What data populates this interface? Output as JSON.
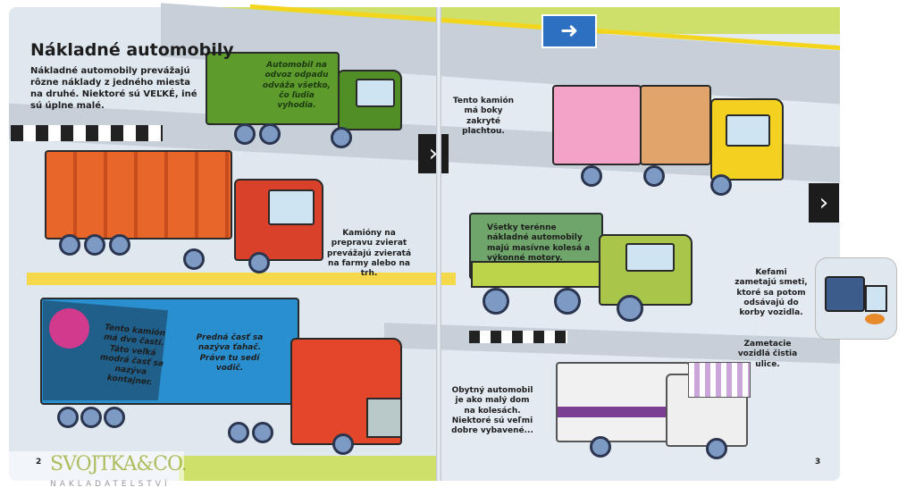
{
  "left_page": {
    "title": "Nákladné automobily",
    "intro": "Nákladné automobily prevážajú rôzne náklady z jedného miesta na druhé. Niektoré sú VEĽKÉ, iné sú úplne malé.",
    "garbage_truck_text": "Automobil na odvoz odpadu odváža všetko, čo ľudia vyhodia.",
    "animal_truck_text": "Kamióny na prepravu zvierat prevážajú zvieratá na farmy alebo na trh.",
    "container_text": "Tento kamión má dve časti. Táto veľká modrá časť sa nazýva kontajner.",
    "tractor_text": "Predná časť sa nazýva ťahač. Práve tu sedí vodič.",
    "page_number": "2"
  },
  "right_page": {
    "tarp_truck_text": "Tento kamión má boky zakryté plachtou.",
    "offroad_text": "Všetky terénne nákladné automobily majú masívne kolesá a výkonné motory.",
    "sweeper_text": "Kefami zametajú smeti, ktoré sa potom odsávajú do korby vozidla.",
    "sweeper_caption": "Zametacie vozidlá čistia ulice.",
    "rv_text": "Obytný automobil je ako malý dom na kolesách. Niektoré sú veľmi dobre vybavené...",
    "page_number": "3"
  },
  "watermark": {
    "brand": "SVOJTKA&CO.",
    "sub": "NAKLADATELSTVÍ"
  },
  "colors": {
    "page": "#dfe7ef",
    "grass": "#cfe06a",
    "garbage": "#5d9b2c",
    "animal": "#e8662a",
    "container": "#2a8fcf",
    "tarp": "#f3a3c8",
    "cab_yellow": "#f2d21e",
    "offroad": "#86b043",
    "rv_purple": "#7a3f93"
  },
  "icons": [
    "arrow-right-sign",
    "chevron-road-sign"
  ]
}
